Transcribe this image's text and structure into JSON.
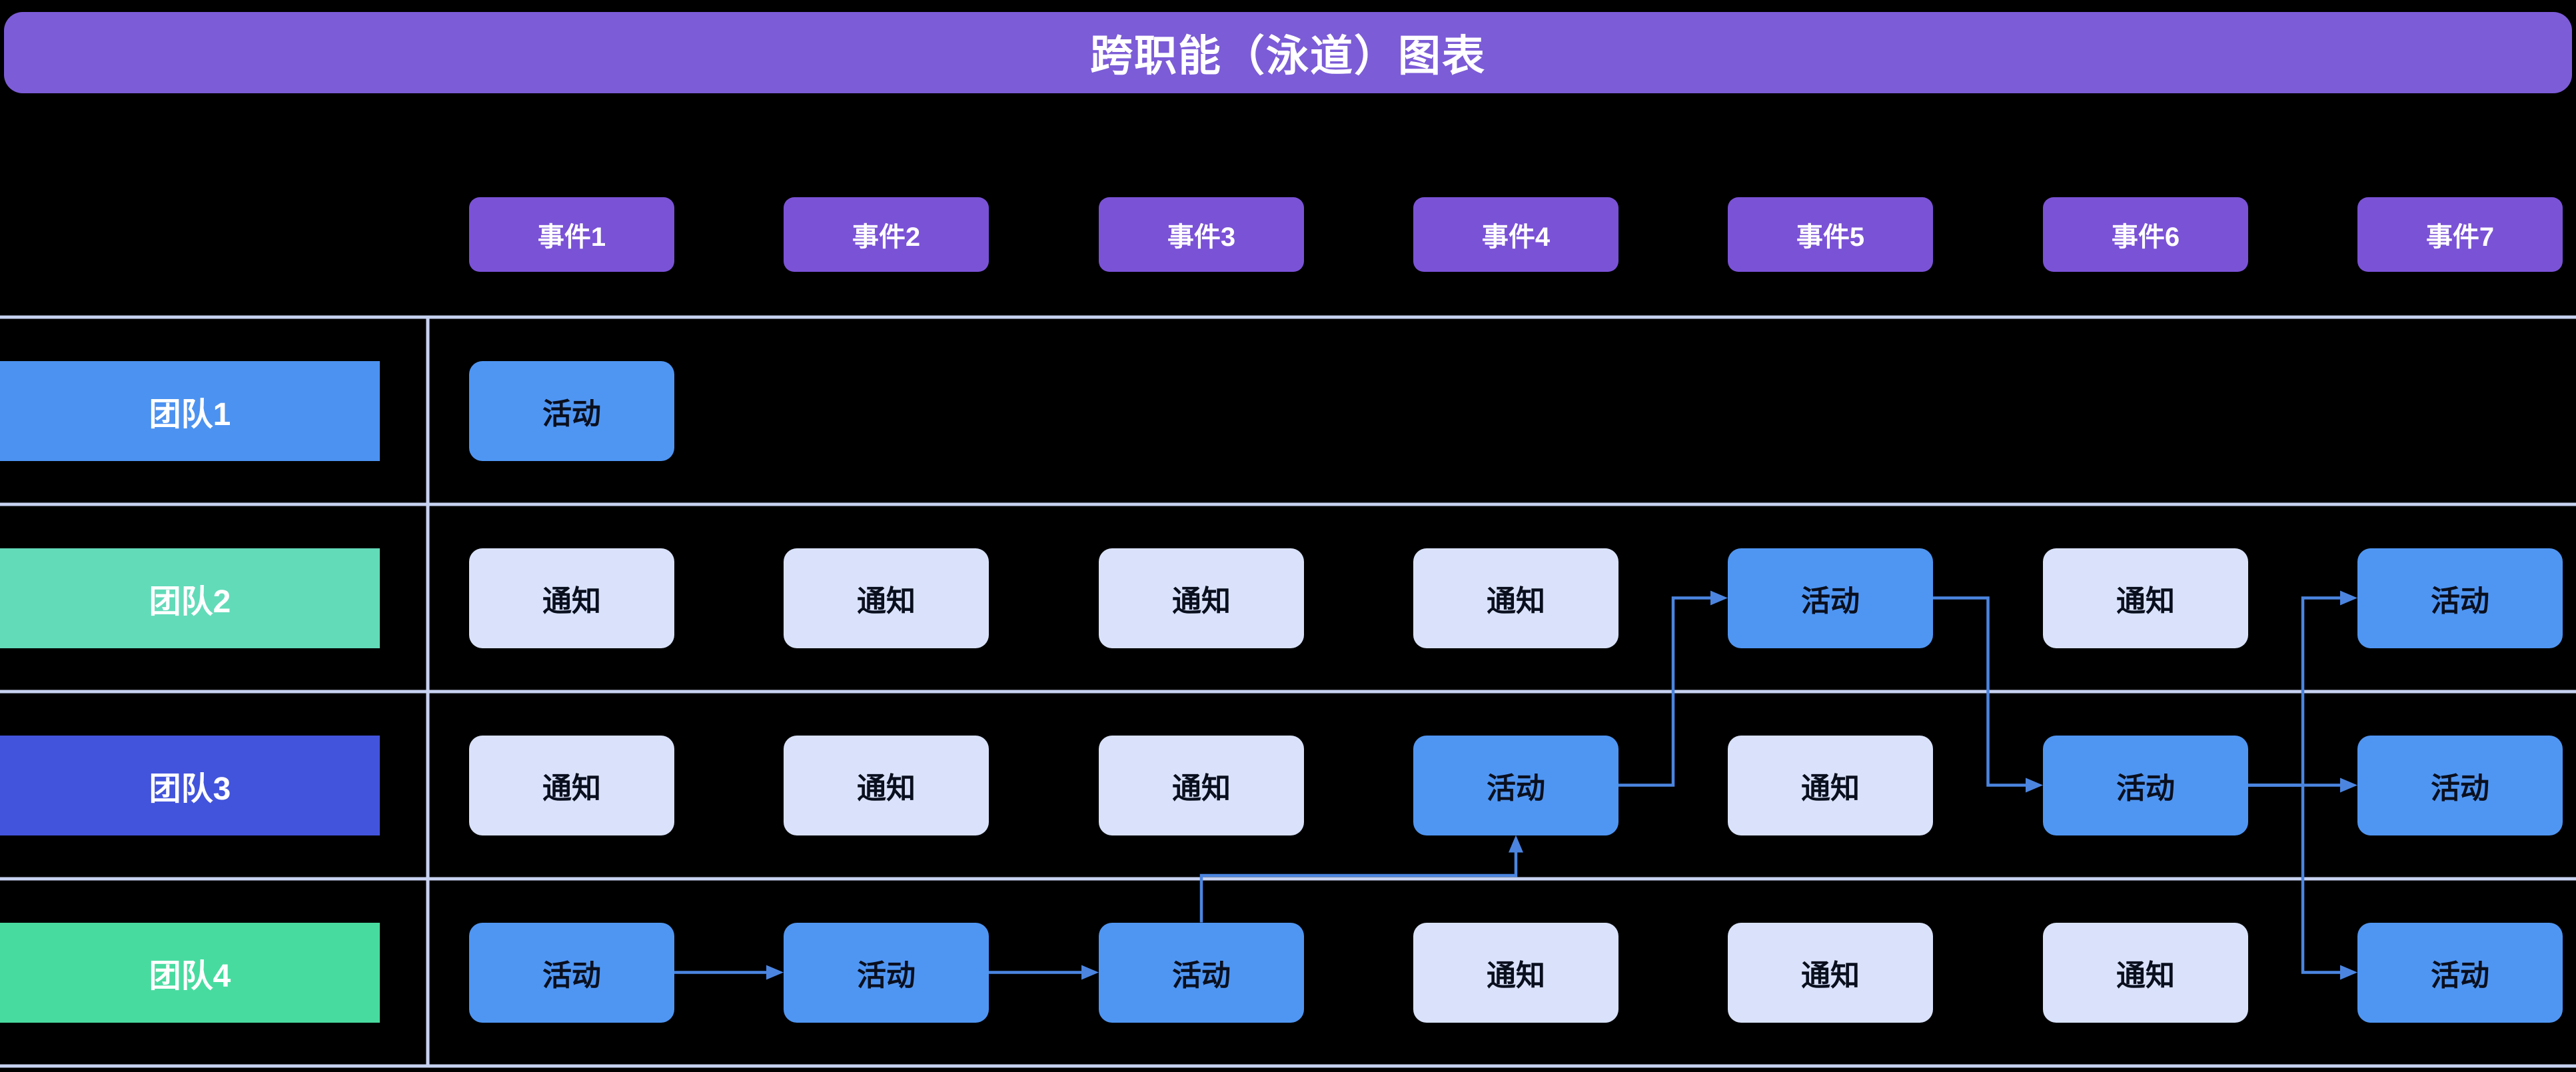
{
  "title": "跨职能（泳道）图表",
  "events": [
    "事件1",
    "事件2",
    "事件3",
    "事件4",
    "事件5",
    "事件6",
    "事件7"
  ],
  "teams": [
    {
      "label": "团队1",
      "color": "#4C92F0"
    },
    {
      "label": "团队2",
      "color": "#62DBB9"
    },
    {
      "label": "团队3",
      "color": "#4254DC"
    },
    {
      "label": "团队4",
      "color": "#48DBA0"
    }
  ],
  "node_types": {
    "activity": {
      "label": "活动",
      "fill": "#4F96F3"
    },
    "notice": {
      "label": "通知",
      "fill": "#D9E2FA"
    }
  },
  "grid": [
    [
      "activity",
      null,
      null,
      null,
      null,
      null,
      null
    ],
    [
      "notice",
      "notice",
      "notice",
      "notice",
      "activity",
      "notice",
      "activity"
    ],
    [
      "notice",
      "notice",
      "notice",
      "activity",
      "notice",
      "activity",
      "activity"
    ],
    [
      "activity",
      "activity",
      "activity",
      "notice",
      "notice",
      "notice",
      "activity"
    ]
  ],
  "connections": [
    {
      "from": [
        3,
        0
      ],
      "to": [
        3,
        1
      ],
      "route": "elbow"
    },
    {
      "from": [
        3,
        1
      ],
      "to": [
        3,
        2
      ],
      "route": "elbow"
    },
    {
      "from": [
        3,
        2
      ],
      "to": [
        2,
        3
      ],
      "route": "over-top"
    },
    {
      "from": [
        2,
        3
      ],
      "to": [
        1,
        4
      ],
      "route": "elbow"
    },
    {
      "from": [
        1,
        4
      ],
      "to": [
        2,
        5
      ],
      "route": "elbow"
    },
    {
      "from": [
        2,
        5
      ],
      "to": [
        1,
        6
      ],
      "route": "elbow"
    },
    {
      "from": [
        2,
        5
      ],
      "to": [
        2,
        6
      ],
      "route": "elbow"
    },
    {
      "from": [
        2,
        5
      ],
      "to": [
        3,
        6
      ],
      "route": "elbow"
    }
  ],
  "colors": {
    "background": "#000000",
    "title_bar": "#7C5CD7",
    "event_box": "#7A52D6",
    "lane_line": "#C7D2F1",
    "arrow": "#4B85E0",
    "node_text": "#0A0F1E",
    "header_text": "#FFFFFF"
  }
}
